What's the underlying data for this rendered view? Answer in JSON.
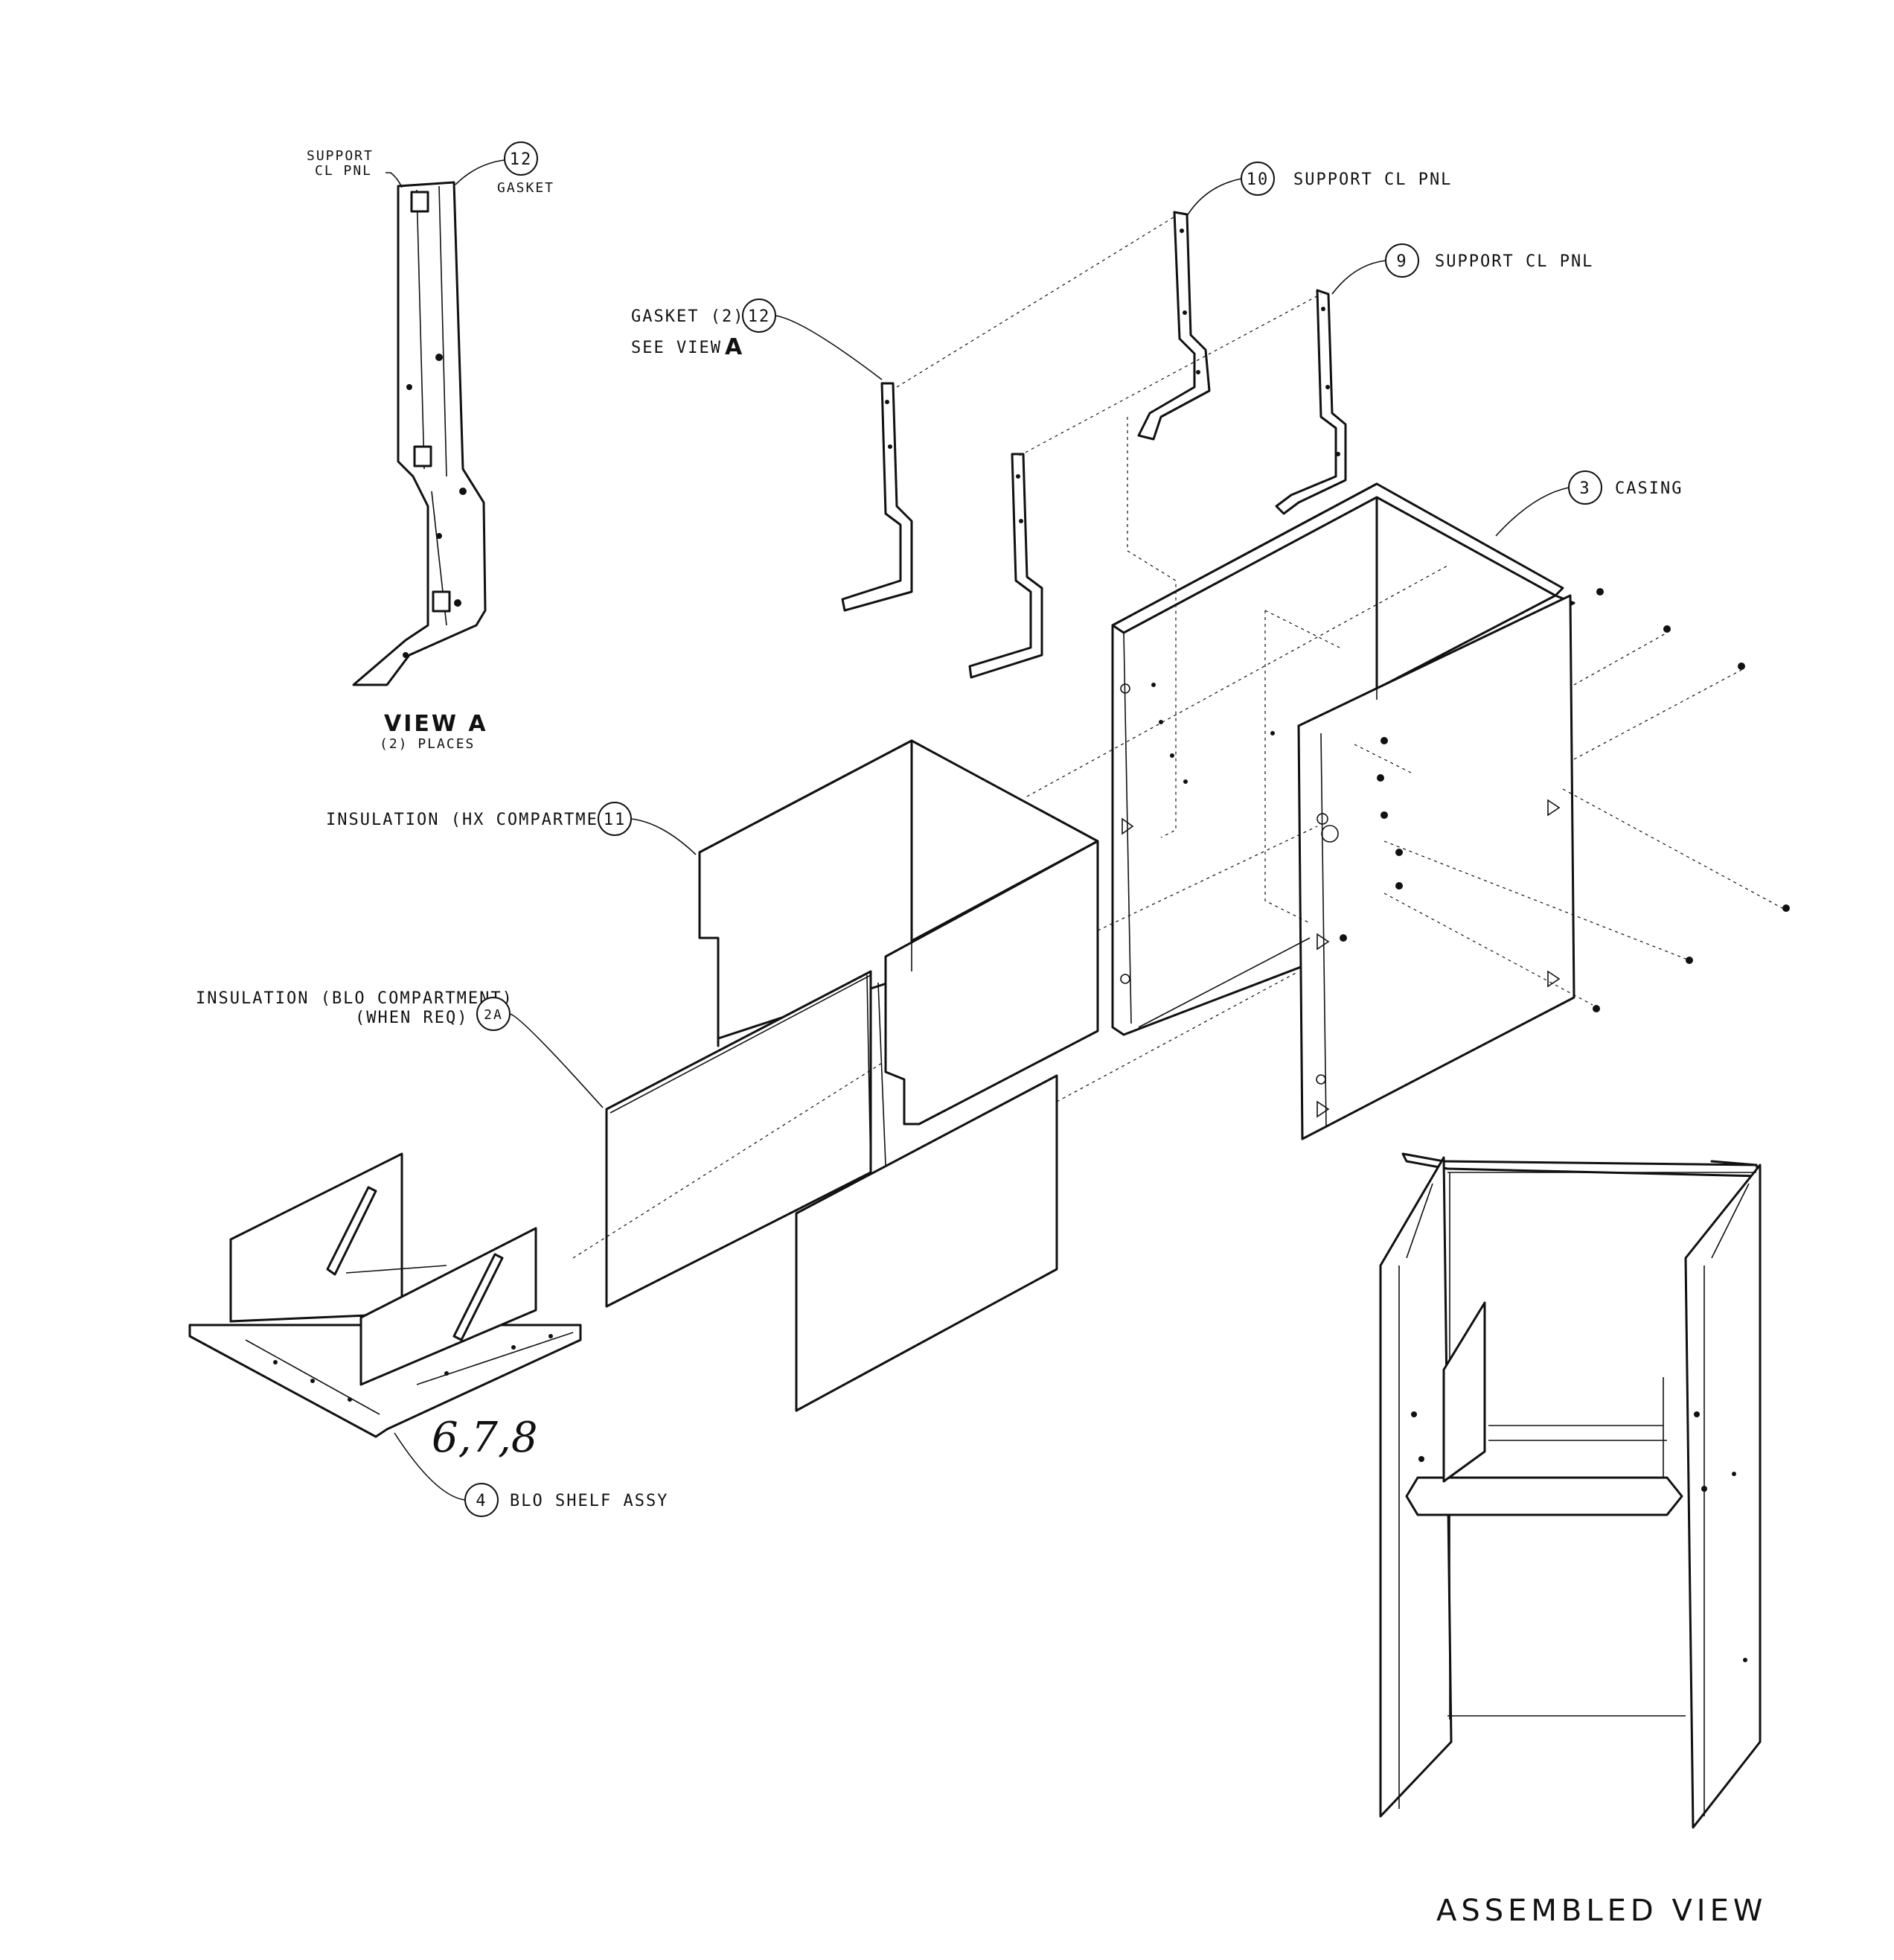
{
  "view_a": {
    "support_label_line1": "SUPPORT",
    "support_label_line2": "CL PNL",
    "gasket_item": "12",
    "gasket_label": "GASKET",
    "title": "VIEW A",
    "subtitle": "(2) PLACES"
  },
  "callouts": {
    "item10": {
      "number": "10",
      "label": "SUPPORT CL PNL"
    },
    "item9": {
      "number": "9",
      "label": "SUPPORT CL PNL"
    },
    "item12": {
      "prefix": "GASKET (2)",
      "number": "12",
      "note": "SEE VIEW",
      "note_letter": "A"
    },
    "item3": {
      "number": "3",
      "label": "CASING"
    },
    "item11": {
      "label": "INSULATION (HX COMPARTMENT)",
      "number": "11"
    },
    "item2a": {
      "label_line1": "INSULATION (BLO COMPARTMENT)",
      "label_line2": "(WHEN REQ)",
      "number": "2A"
    },
    "item4": {
      "number": "4",
      "label": "BLO SHELF ASSY"
    }
  },
  "handwritten_note": "6,7,8",
  "assembled_view_label": "ASSEMBLED VIEW"
}
